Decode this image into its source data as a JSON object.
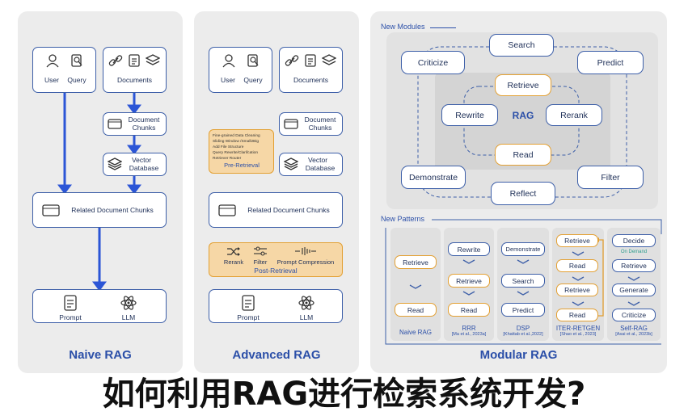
{
  "naive": {
    "title": "Naive RAG",
    "user": "User",
    "query": "Query",
    "documents": "Documents",
    "chunks_line1": "Document",
    "chunks_line2": "Chunks",
    "vector_line1": "Vector",
    "vector_line2": "Database",
    "related": "Related Document Chunks",
    "prompt": "Prompt",
    "llm": "LLM"
  },
  "advanced": {
    "title": "Advanced RAG",
    "user": "User",
    "query": "Query",
    "documents": "Documents",
    "chunks_line1": "Document",
    "chunks_line2": "Chunks",
    "vector_line1": "Vector",
    "vector_line2": "Database",
    "pre_items": [
      "Fine-grained Data Cleaning",
      "Sliding Window /Small2Big",
      "Add File Structure",
      "Query Rewrite/Clarifcation",
      "Retriever Router"
    ],
    "pre_title": "Pre-Retrieval",
    "related": "Related Document Chunks",
    "post_rerank": "Rerank",
    "post_filter": "Filter",
    "post_compress": "Prompt Compression",
    "post_title": "Post-Retrieval",
    "prompt": "Prompt",
    "llm": "LLM"
  },
  "modular": {
    "title": "Modular RAG",
    "modules_label": "New Modules",
    "patterns_label": "New Patterns",
    "outer": [
      "Search",
      "Criticize",
      "Predict",
      "Demonstrate",
      "Filter",
      "Reflect"
    ],
    "inner": [
      "Retrieve",
      "Rewrite",
      "Rerank",
      "Read"
    ],
    "center": "RAG",
    "patterns": [
      {
        "name": "Naive RAG",
        "ref": "",
        "steps": [
          "Retrieve",
          "Read"
        ]
      },
      {
        "name": "RRR",
        "ref": "[Ma et al., 2023a]",
        "steps": [
          "Rewrite",
          "Retrieve",
          "Read"
        ]
      },
      {
        "name": "DSP",
        "ref": "[Khattab et al.,2022]",
        "steps": [
          "Demonstrate",
          "Search",
          "Predict"
        ]
      },
      {
        "name": "ITER-RETGEN",
        "ref": "[Shao et al., 2023]",
        "steps": [
          "Retrieve",
          "Read",
          "Retrieve",
          "Read"
        ]
      },
      {
        "name": "Self-RAG",
        "ref": "[Asai et al., 2023b]",
        "steps": [
          "Decide",
          "Retrieve",
          "Generate",
          "Criticize"
        ],
        "note": "On Demand"
      }
    ]
  },
  "headline": "如何利用RAG进行检索系统开发?",
  "colors": {
    "accent": "#2b4fa8",
    "orange": "#e3a033",
    "panel": "#ececec"
  }
}
